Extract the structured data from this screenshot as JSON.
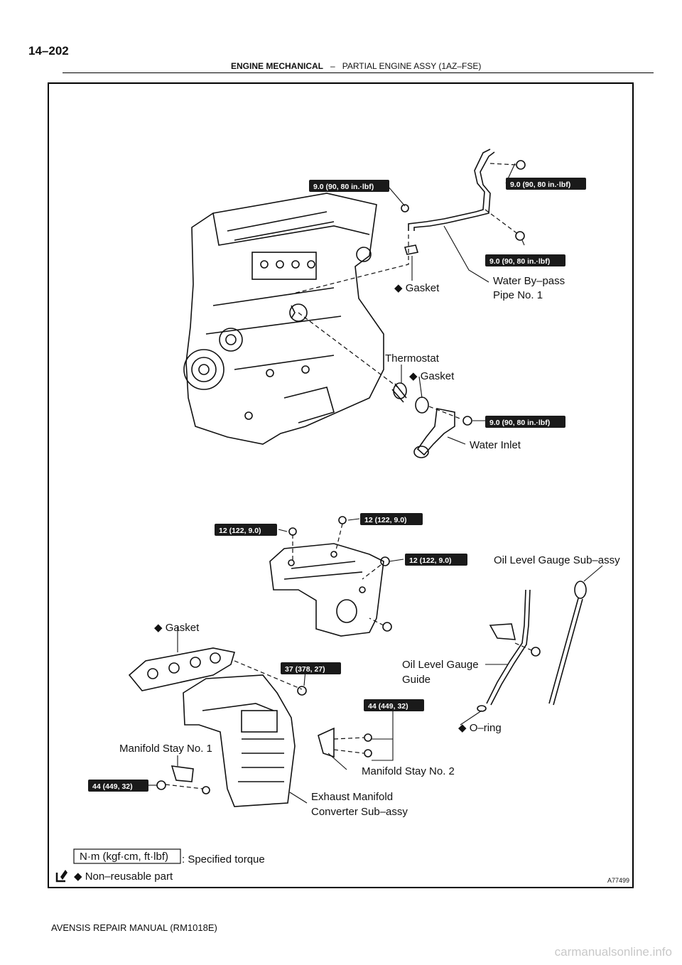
{
  "page": {
    "number": "14–202",
    "section": "ENGINE MECHANICAL",
    "separator": "–",
    "subsection": "PARTIAL ENGINE ASSY (1AZ–FSE)",
    "figure_id": "A77499",
    "footer": "AVENSIS REPAIR MANUAL   (RM1018E)",
    "watermark": "carmanualsonline.info"
  },
  "symbols": {
    "nonreusable": "◆"
  },
  "parts": {
    "gasket_top": "Gasket",
    "water_bypass_1": "Water By–pass",
    "water_bypass_2": "Pipe No. 1",
    "thermostat": "Thermostat",
    "gasket_mid": "Gasket",
    "water_inlet": "Water Inlet",
    "oil_level_gauge": "Oil Level Gauge Sub–assy",
    "gasket_low": "Gasket",
    "oil_gauge_guide_1": "Oil Level Gauge",
    "oil_gauge_guide_2": "Guide",
    "o_ring": "O–ring",
    "manifold_stay_1": "Manifold Stay No. 1",
    "manifold_stay_2": "Manifold Stay No. 2",
    "exhaust_1": "Exhaust Manifold",
    "exhaust_2": "Converter Sub–assy"
  },
  "torques": {
    "t1": "9.0 (90, 80 in.·lbf)",
    "t2": "9.0 (90, 80 in.·lbf)",
    "t3": "9.0 (90, 80 in.·lbf)",
    "t4": "9.0 (90, 80 in.·lbf)",
    "t5": "12 (122, 9.0)",
    "t6": "12 (122, 9.0)",
    "t7": "12 (122, 9.0)",
    "t8": "37 (378, 27)",
    "t9": "44 (449, 32)",
    "t10": "44 (449, 32)"
  },
  "legend": {
    "unit": "N·m (kgf·cm, ft·lbf)",
    "specified": ": Specified torque",
    "nonreusable": "Non–reusable part"
  }
}
